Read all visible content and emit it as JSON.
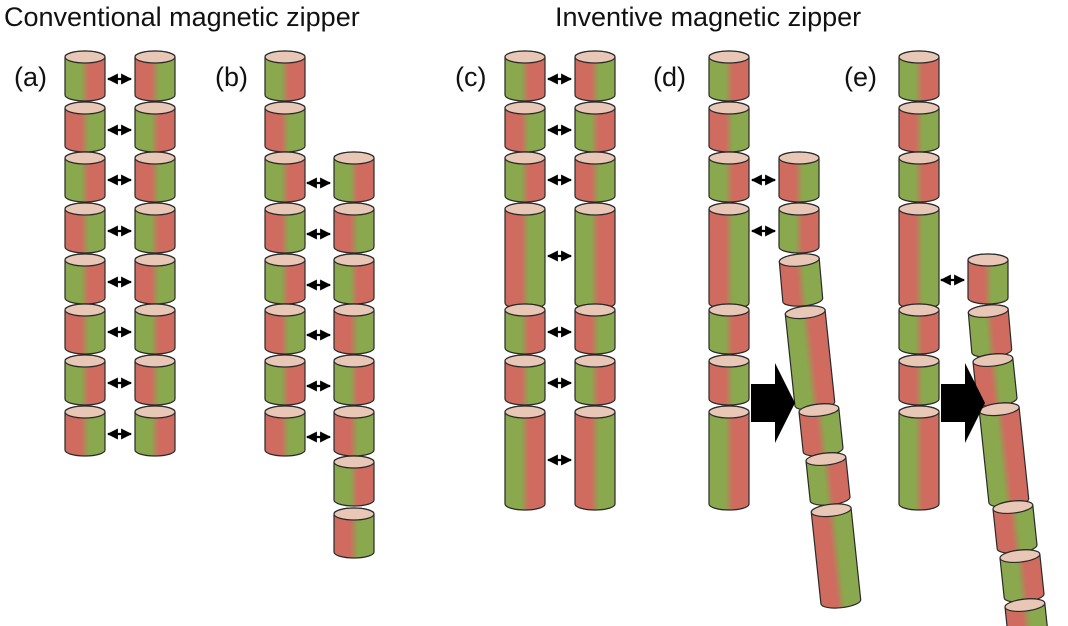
{
  "titles": {
    "conventional": "Conventional magnetic zipper",
    "inventive": "Inventive magnetic zipper"
  },
  "panels": [
    {
      "id": "a",
      "label": "(a)"
    },
    {
      "id": "b",
      "label": "(b)"
    },
    {
      "id": "c",
      "label": "(c)"
    },
    {
      "id": "d",
      "label": "(d)"
    },
    {
      "id": "e",
      "label": "(e)"
    }
  ],
  "colors": {
    "magnet_red": "#d06b60",
    "magnet_green": "#8aa84e",
    "cap_fill": "#e9c7b6",
    "outline": "#2a2a2a",
    "arrow": "#000000"
  }
}
